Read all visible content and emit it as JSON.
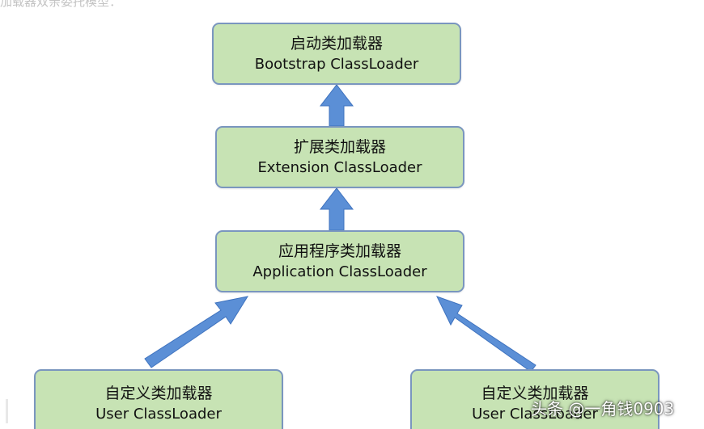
{
  "caption": "加载器双亲委托模型：",
  "nodes": {
    "bootstrap": {
      "zh": "启动类加载器",
      "en": "Bootstrap ClassLoader"
    },
    "extension": {
      "zh": "扩展类加载器",
      "en": "Extension ClassLoader"
    },
    "application": {
      "zh": "应用程序类加载器",
      "en": "Application ClassLoader"
    },
    "user_left": {
      "zh": "自定义类加载器",
      "en": "User ClassLoader"
    },
    "user_right": {
      "zh": "自定义类加载器",
      "en": "User ClassLoader"
    }
  },
  "edges": [
    {
      "from": "Extension ClassLoader",
      "to": "Bootstrap ClassLoader"
    },
    {
      "from": "Application ClassLoader",
      "to": "Extension ClassLoader"
    },
    {
      "from": "User ClassLoader (left)",
      "to": "Application ClassLoader"
    },
    {
      "from": "User ClassLoader (right)",
      "to": "Application ClassLoader"
    }
  ],
  "colors": {
    "node_fill": "#c7e3b4",
    "node_border": "#7a96bf",
    "arrow_fill": "#5b8fd6",
    "arrow_stroke": "#3f73bf"
  },
  "watermark": "头条 @一角钱0903"
}
